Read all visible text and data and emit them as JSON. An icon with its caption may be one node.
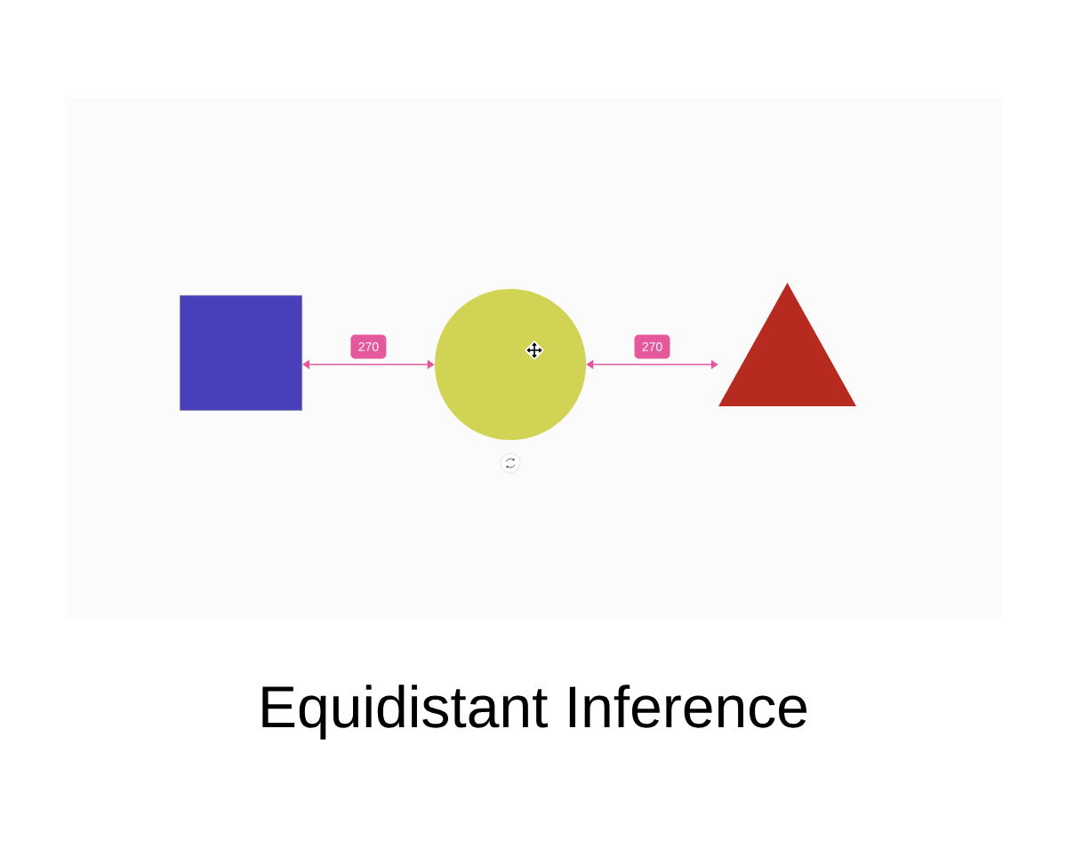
{
  "diagram": {
    "caption": "Equidistant Inference",
    "nodes": [
      {
        "text": [],
        "shape": "box"
      },
      {
        "text": [],
        "shape": "circle"
      },
      {
        "text": [],
        "shape": "triangle"
      }
    ],
    "edges": [
      {
        "from": 0,
        "to": 1,
        "arrow": "both",
        "label": "270"
      },
      {
        "from": 1,
        "to": 2,
        "arrow": "both",
        "label": "270"
      }
    ]
  }
}
